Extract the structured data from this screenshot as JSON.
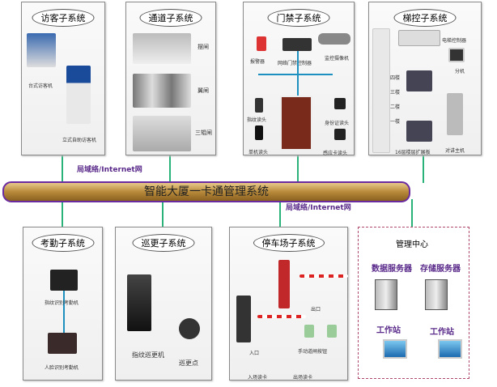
{
  "bus": {
    "title": "智能大厦一卡通管理系统",
    "network_top": "局域络/Internet网",
    "network_bottom": "局域络/Internet网"
  },
  "visitor": {
    "title": "访客子系统",
    "items": [
      "台式访客机",
      "立式自助访客机"
    ]
  },
  "channel": {
    "title": "通道子系统",
    "items": [
      "摆闸",
      "翼闸",
      "三辊闸"
    ]
  },
  "access": {
    "title": "门禁子系统",
    "items": [
      "报警器",
      "网络门禁控制器",
      "监控摄像机",
      "指纹读头",
      "单机读头",
      "身份证读头",
      "感应卡读头"
    ]
  },
  "elevator": {
    "title": "梯控子系统",
    "items": [
      "电梯控制器",
      "分机",
      "四楼",
      "三楼",
      "二楼",
      "一楼",
      "16层楼层扩展板",
      "对讲主机"
    ]
  },
  "attendance": {
    "title": "考勤子系统",
    "items": [
      "指纹识别考勤机",
      "人脸识别考勤机"
    ]
  },
  "patrol": {
    "title": "巡更子系统",
    "items": [
      "指纹巡更机",
      "巡更点"
    ]
  },
  "parking": {
    "title": "停车场子系统",
    "items": [
      "出口",
      "入口",
      "手动道闸按钮",
      "入场读卡",
      "出场读卡"
    ]
  },
  "management": {
    "title": "管理中心",
    "items": [
      "数据服务器",
      "存储服务器",
      "工作站",
      "工作站"
    ]
  }
}
